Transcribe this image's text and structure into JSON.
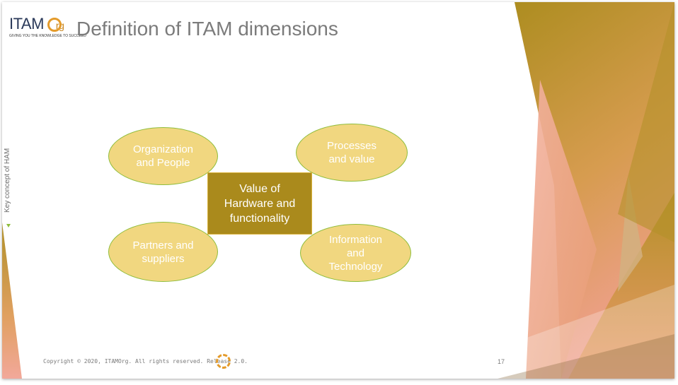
{
  "logo": {
    "name": "ITAM",
    "suffix": "rg",
    "tagline": "GIVING YOU THE KNOWLEDGE TO SUCCEED"
  },
  "slide": {
    "title": "Definition of ITAM dimensions",
    "side_label": "Key concept of HAM",
    "center": "Value of\nHardware and\nfunctionality",
    "dimensions": [
      "Organization\nand People",
      "Processes\nand value",
      "Partners and\nsuppliers",
      "Information\nand\nTechnology"
    ]
  },
  "footer": {
    "copyright": "Copyright © 2020, ITAMOrg. All rights reserved. Release 2.0.",
    "page_number": "17"
  },
  "colors": {
    "ellipse_fill": "#f1d780",
    "ellipse_border": "#8fbd3c",
    "center_fill": "#aa8a1c",
    "accent_gold": "#b0902a",
    "accent_pink": "#eea58b"
  }
}
